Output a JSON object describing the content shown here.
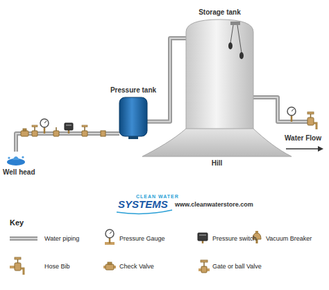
{
  "diagram": {
    "nodes": [
      {
        "text": [
          "Storage tank"
        ]
      },
      {
        "text": [
          "Pressure tank"
        ]
      },
      {
        "text": [
          "Well head"
        ]
      },
      {
        "text": [
          "Hill"
        ]
      }
    ],
    "edges": [
      {
        "from": 2,
        "to": 1,
        "arrow": "none"
      },
      {
        "from": 1,
        "to": 0,
        "arrow": "none"
      }
    ],
    "labels": [
      "Water Flow",
      "CLEAN WATER",
      "SYSTEMS",
      "www.cleanwaterstore.com",
      "Key"
    ],
    "legend": [
      {
        "text": "Water piping"
      },
      {
        "text": "Pressure Gauge"
      },
      {
        "text": "Pressure switch"
      },
      {
        "text": "Vacuum Breaker"
      },
      {
        "text": "Hose Bib"
      },
      {
        "text": "Check Valve"
      },
      {
        "text": "Gate or ball Valve"
      }
    ]
  }
}
